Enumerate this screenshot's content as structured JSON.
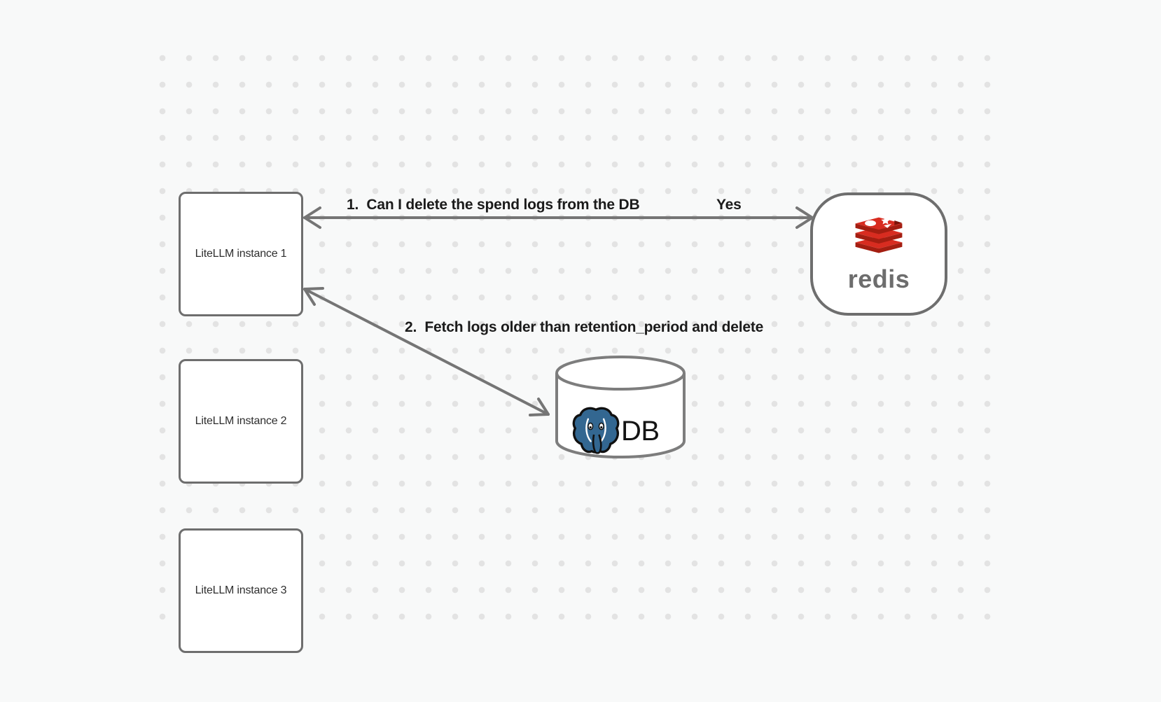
{
  "diagram": {
    "instances": [
      {
        "label": "LiteLLM instance 1"
      },
      {
        "label": "LiteLLM instance 2"
      },
      {
        "label": "LiteLLM instance 3"
      }
    ],
    "redis": {
      "wordmark": "redis"
    },
    "database": {
      "label": "DB"
    },
    "edges": {
      "query": {
        "label": "1.  Can I delete the spend logs from the DB",
        "response": "Yes"
      },
      "fetch": {
        "label": "2.  Fetch logs older than retention_period and delete"
      }
    },
    "colors": {
      "background": "#f8f9f9",
      "grid_dot": "#e3e3e3",
      "shape_stroke_gray": "#6e6e6e",
      "arrow_gray": "#757575",
      "label_text_dark": "#1b1b1b",
      "redis_red": "#d82c20",
      "redis_red_dark": "#a41e11",
      "redis_wordmark_gray": "#6d6d6d",
      "postgres_blue": "#336791"
    }
  }
}
